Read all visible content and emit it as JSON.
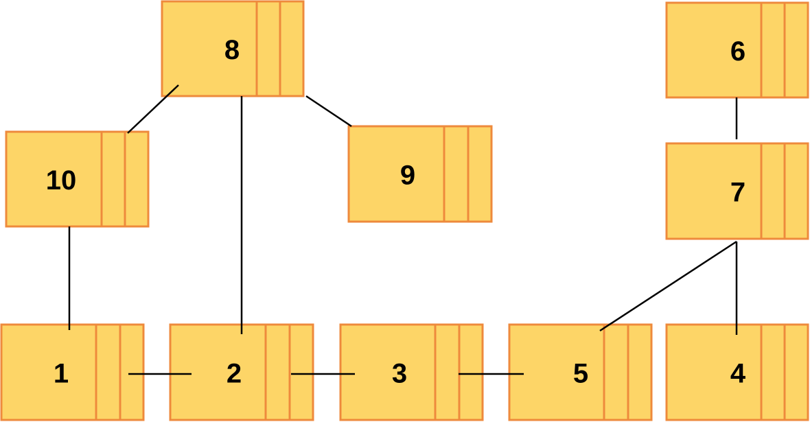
{
  "diagram": {
    "colors": {
      "node_fill": "#fdd567",
      "node_border": "#ee8a3c",
      "edge": "#000000",
      "label": "#000000"
    },
    "nodes": [
      {
        "id": "n8",
        "label": "8"
      },
      {
        "id": "n6",
        "label": "6"
      },
      {
        "id": "n10",
        "label": "10"
      },
      {
        "id": "n9",
        "label": "9"
      },
      {
        "id": "n7",
        "label": "7"
      },
      {
        "id": "n1",
        "label": "1"
      },
      {
        "id": "n2",
        "label": "2"
      },
      {
        "id": "n3",
        "label": "3"
      },
      {
        "id": "n5",
        "label": "5"
      },
      {
        "id": "n4",
        "label": "4"
      }
    ],
    "edges": [
      {
        "from": "n8",
        "to": "n10"
      },
      {
        "from": "n8",
        "to": "n2"
      },
      {
        "from": "n8",
        "to": "n9"
      },
      {
        "from": "n10",
        "to": "n1"
      },
      {
        "from": "n6",
        "to": "n7"
      },
      {
        "from": "n7",
        "to": "n5"
      },
      {
        "from": "n7",
        "to": "n4"
      },
      {
        "from": "n1",
        "to": "n2"
      },
      {
        "from": "n2",
        "to": "n3"
      },
      {
        "from": "n3",
        "to": "n5"
      }
    ]
  }
}
